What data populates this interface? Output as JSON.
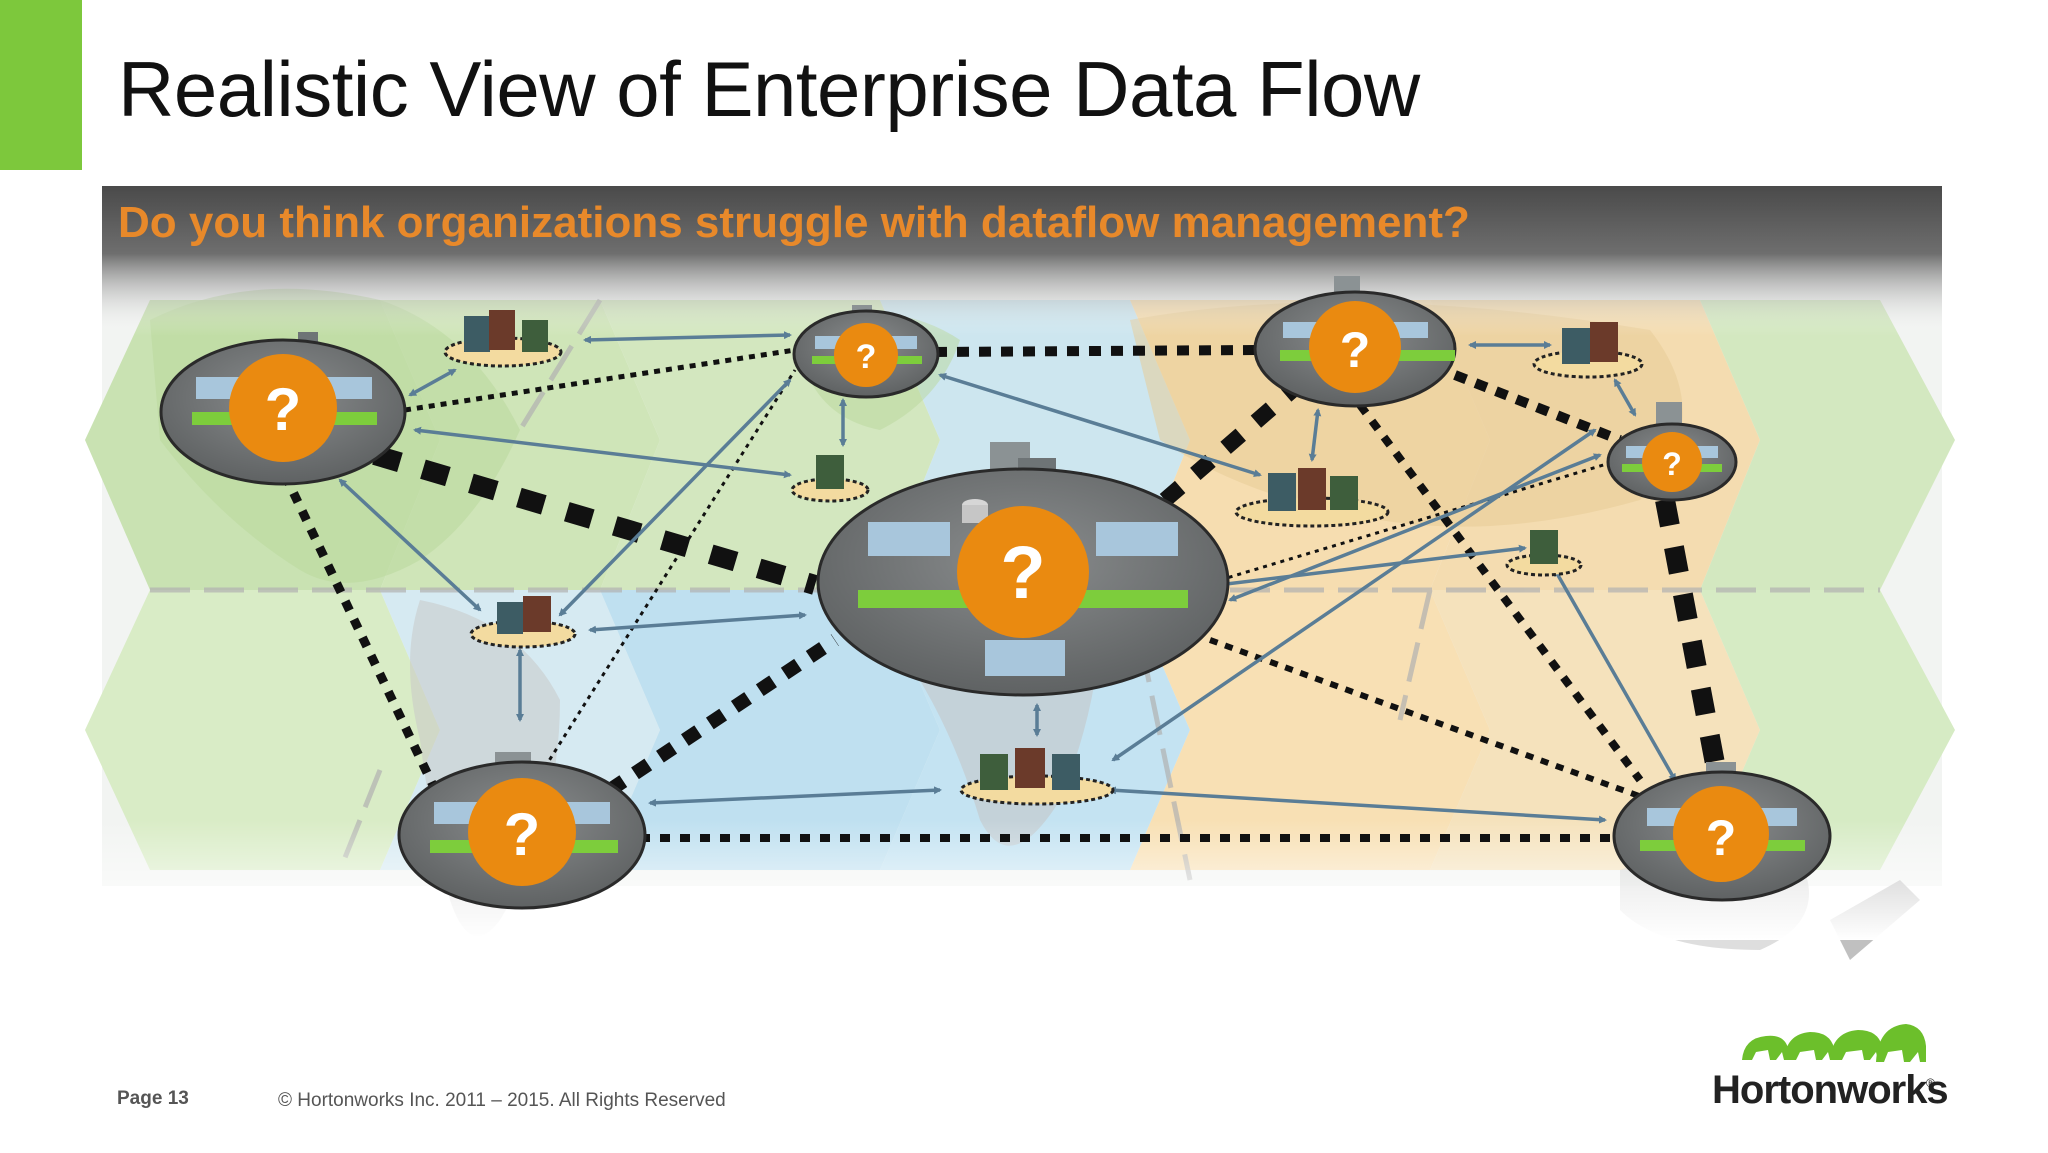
{
  "slide": {
    "title": "Realistic View of Enterprise Data Flow",
    "question": "Do you think organizations struggle with dataflow management?"
  },
  "diagram": {
    "node_label": "?",
    "nodes": [
      "north-america-hub",
      "europe-hub",
      "central-hub",
      "asia-hub",
      "east-asia-hub",
      "south-america-hub",
      "australia-hub"
    ],
    "connection_styles": [
      "thick-dashed",
      "dotted",
      "arrow"
    ]
  },
  "footer": {
    "page": "Page 13",
    "copyright": "© Hortonworks Inc. 2011 – 2015. All Rights Reserved"
  },
  "logo": {
    "name": "Hortonworks",
    "registered": "®"
  },
  "colors": {
    "accent_green": "#7dc83c",
    "question_orange": "#e8892a",
    "node_orange": "#ea8a10"
  }
}
